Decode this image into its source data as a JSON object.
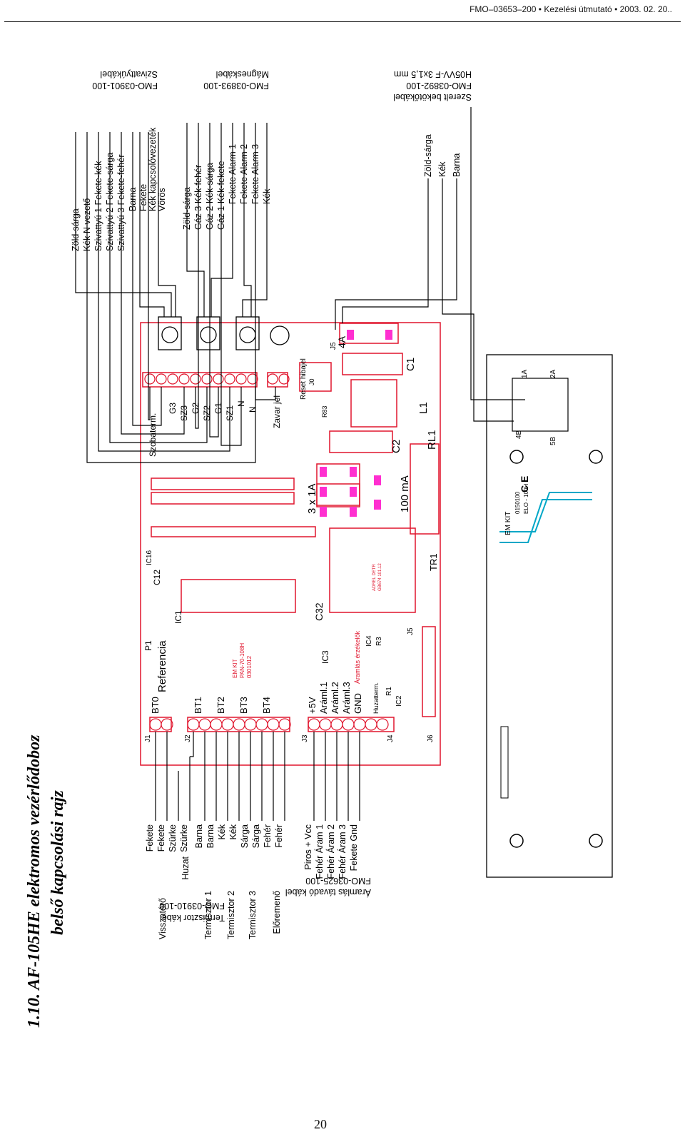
{
  "header": {
    "text": "FMO–03653–200 • Kezelési útmutató • 2003. 02. 20.."
  },
  "page_number": "20",
  "title": {
    "line1": "1.10. AF-105HE elektromos vezérlődoboz",
    "line2": "belső kapcsolási rajz"
  },
  "cables": {
    "pump": {
      "name": "Szivattyúkábel",
      "code": "FMO-03901-100",
      "wires": [
        "Zöld-sárga",
        "Kék N vezető",
        "Szivattyú 1 Fekete-kék",
        "Szivattyú 2 Fekete-sárga",
        "Szivattyú 3 Fekete-fehér",
        "Barna",
        "Fekete",
        "Kék kapcsolóvezeték",
        "Vörös"
      ]
    },
    "valve": {
      "name": "Mágneskábel",
      "code": "FMO-03893-100",
      "wires": [
        "Zöld-sárga",
        "Gáz 3 Kék-fehér",
        "Gáz 2 Kék-sárga",
        "Gáz 1 Kék-fekete",
        "Fekete Alarm 1",
        "Fekete Alarm 2",
        "Fekete Alarm 3",
        "Kék"
      ]
    },
    "power": {
      "name": "Szerelt bekötőkábel",
      "code": "FMO-03892-100",
      "spec": "H05VV-F 3x1,5 mm",
      "wires": [
        "Zöld-sárga",
        "Kék",
        "Barna"
      ]
    },
    "thermistor": {
      "name": "Termisztor kábel",
      "code": "FMO-03910-100",
      "groups": [
        "Visszatérő",
        "Huzat",
        "Termisztor 1",
        "Termisztor 2",
        "Termisztor 3",
        "Előremenő"
      ],
      "wires": [
        "Fekete",
        "Fekete",
        "Szürke",
        "Szürke",
        "Barna",
        "Barna",
        "Kék",
        "Kék",
        "Sárga",
        "Sárga",
        "Fehér",
        "Fehér"
      ]
    },
    "current": {
      "name": "Áramlás távadó kábel",
      "code": "FMO-03625-100",
      "wires": [
        "Piros + Vcc",
        "Fehér Áram 1",
        "Fehér Áram 2",
        "Fehér Áram 3",
        "Fekete Gnd"
      ]
    }
  },
  "board": {
    "terminals_left": [
      "BT0",
      "BT1",
      "BT2",
      "BT3",
      "BT4"
    ],
    "terminals_current": [
      "+5V",
      "Aráml.1",
      "Aráml.2",
      "Aráml.3",
      "GND"
    ],
    "top_terminals": [
      "Szobaterm.",
      "G3",
      "SZ3",
      "G2",
      "SZ2",
      "G1",
      "SZ1",
      "N",
      "N",
      "Zavar jel",
      "R83"
    ],
    "labels": [
      "Referencia",
      "P1",
      "IC1",
      "C12",
      "IC16",
      "C32",
      "IC3",
      "IC4",
      "R3",
      "R1",
      "IC2",
      "J5",
      "J6",
      "J1",
      "J2",
      "J3",
      "J4",
      "J0",
      "C2",
      "C1",
      "L1",
      "RL1",
      "TR1",
      "3 x 1A",
      "100 mA",
      "4A",
      "Reset hibajel",
      "Huzatterm.",
      "Áramlás érzékelők",
      "EM KIT",
      "PAN-70-108H",
      "0301012",
      "ADREL DETR",
      "GB674 101.12"
    ],
    "relay_board": [
      "1A",
      "2A",
      "4B",
      "5B",
      "EM KIT",
      "0150100",
      "ELO - 100H",
      "C E"
    ]
  }
}
